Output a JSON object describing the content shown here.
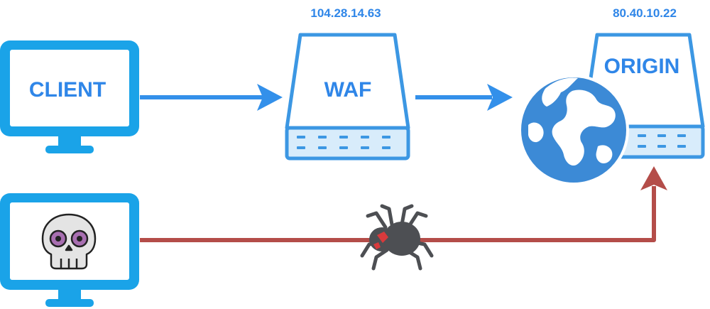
{
  "client": {
    "label": "CLIENT"
  },
  "attacker": {
    "icon": "skull-icon"
  },
  "waf": {
    "label": "WAF",
    "ip": "104.28.14.63"
  },
  "origin": {
    "label": "ORIGIN",
    "ip": "80.40.10.22",
    "icon": "globe-icon"
  },
  "spider": {
    "icon": "spider-icon"
  },
  "colors": {
    "monitor": "#1aa3e8",
    "monitor_screen": "#ffffff",
    "text_blue": "#2f86e8",
    "arrow_blue": "#3390ea",
    "arrow_red": "#b44d49",
    "server_face": "#d8ecfb",
    "server_stroke": "#3c97e3",
    "globe": "#3c8ad6",
    "skull_bone": "#e4e4e4",
    "skull_eye": "#a86fb1",
    "spider_body": "#4d4f53",
    "spider_mark": "#d83a3c"
  }
}
